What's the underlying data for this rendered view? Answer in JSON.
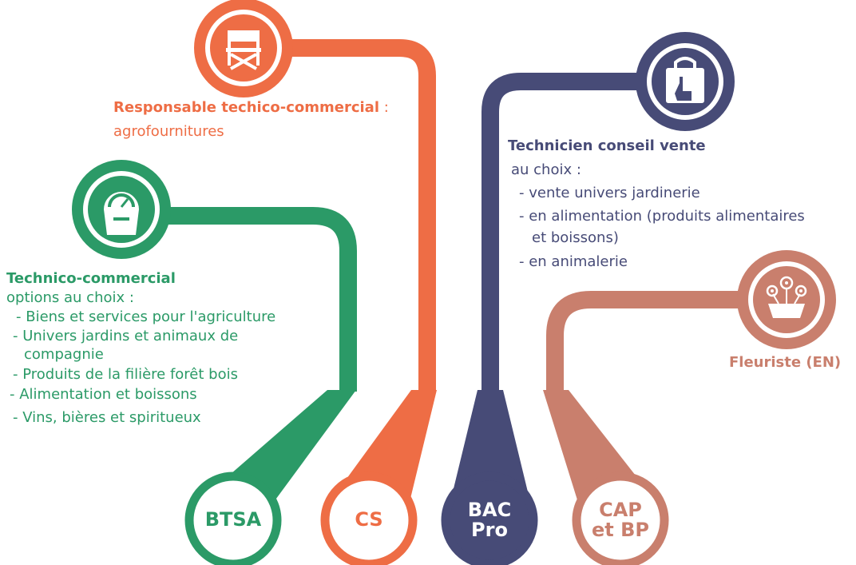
{
  "colors": {
    "green": "#2b9a67",
    "orange": "#ee6d45",
    "navy": "#474b77",
    "rose": "#c97f6d"
  },
  "icons": {
    "green": "gauge-icon",
    "orange": "director-chair-icon",
    "navy": "shopping-bag-hand-icon",
    "rose": "flower-pot-icon"
  },
  "badges": {
    "btsa": "BTSA",
    "cs": "CS",
    "bac_line1": "BAC",
    "bac_line2": "Pro",
    "cap_line1": "CAP",
    "cap_line2": "et BP"
  },
  "cs": {
    "title": "Responsable techico-commercial",
    "colon": " :",
    "subtitle": "agrofournitures"
  },
  "bac": {
    "title": "Technicien conseil vente",
    "intro": "au choix :",
    "items": [
      "- vente univers jardinerie",
      "- en alimentation (produits alimentaires",
      "et boissons)",
      "- en animalerie"
    ]
  },
  "btsa": {
    "title": "Technico-commercial",
    "intro": "options au choix :",
    "items": [
      "- Biens et services pour l'agriculture",
      "- Univers jardins et animaux de",
      "compagnie",
      "- Produits de la filière forêt bois",
      "- Alimentation et boissons",
      "- Vins, bières et spiritueux"
    ]
  },
  "cap": {
    "title": "Fleuriste (EN)"
  }
}
